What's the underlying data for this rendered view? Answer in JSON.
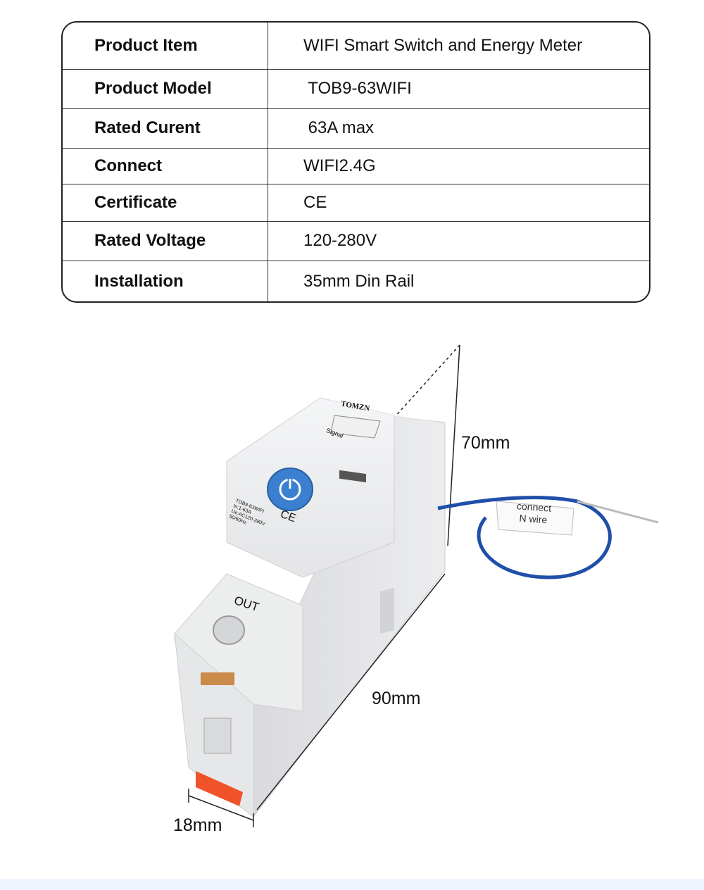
{
  "specs": [
    {
      "label": "Product Item",
      "value": "WIFI Smart Switch and Energy Meter"
    },
    {
      "label": "Product Model",
      "value": " TOB9-63WIFI"
    },
    {
      "label": "Rated Curent",
      "value": " 63A max"
    },
    {
      "label": "Connect",
      "value": "WIFI2.4G"
    },
    {
      "label": "Certificate",
      "value": "CE"
    },
    {
      "label": "Rated Voltage",
      "value": "120-280V"
    },
    {
      "label": "Installation",
      "value": "35mm Din Rail"
    }
  ],
  "dimensions": {
    "height": "70mm",
    "depth": "90mm",
    "width": "18mm"
  },
  "device": {
    "brand": "TOMZN",
    "signal": "Signal",
    "port": "OUT",
    "marking_line1": "TOB9-63WIFI",
    "marking_line2": "In:1-63A",
    "marking_line3": "Ue:AC120-280V",
    "marking_line4": "50/60Hz",
    "ce_mark": "CE",
    "wire_tag_line1": "connect",
    "wire_tag_line2": "N wire"
  },
  "colors": {
    "button_blue": "#3a7fd0",
    "wire_blue": "#1f4fa8",
    "latch_orange": "#f0522a",
    "body_grey": "#e9eaec"
  }
}
